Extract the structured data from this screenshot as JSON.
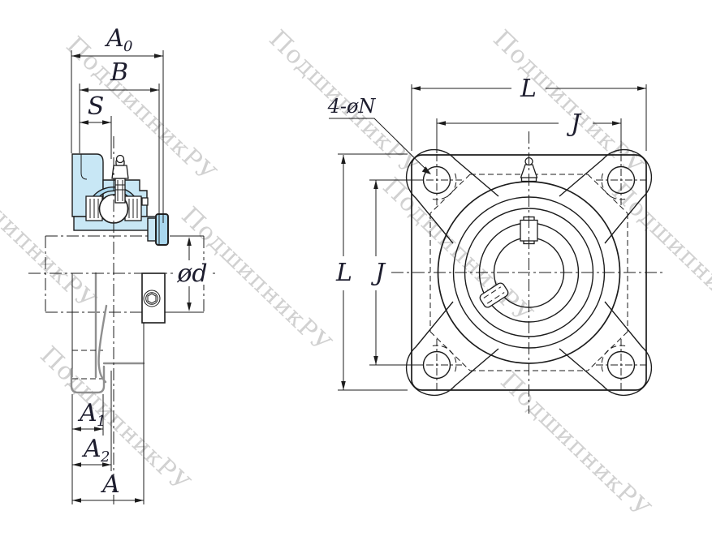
{
  "watermark": {
    "text": "ПодшипникРУ"
  },
  "dims": {
    "side": {
      "a0_base": "A",
      "a0_sub": "0",
      "b": "B",
      "s": "S",
      "shaft_dia": "ød",
      "a1_base": "A",
      "a1_sub": "1",
      "a2_base": "A",
      "a2_sub": "2",
      "a": "A"
    },
    "front": {
      "l": "L",
      "j": "J",
      "bolt_holes": "4-øN"
    }
  },
  "colors": {
    "housing": "#c8e7f5",
    "housing_dark": "#a9d7ee",
    "line": "#1c1c1c",
    "watermark": "#c6c6c6"
  }
}
